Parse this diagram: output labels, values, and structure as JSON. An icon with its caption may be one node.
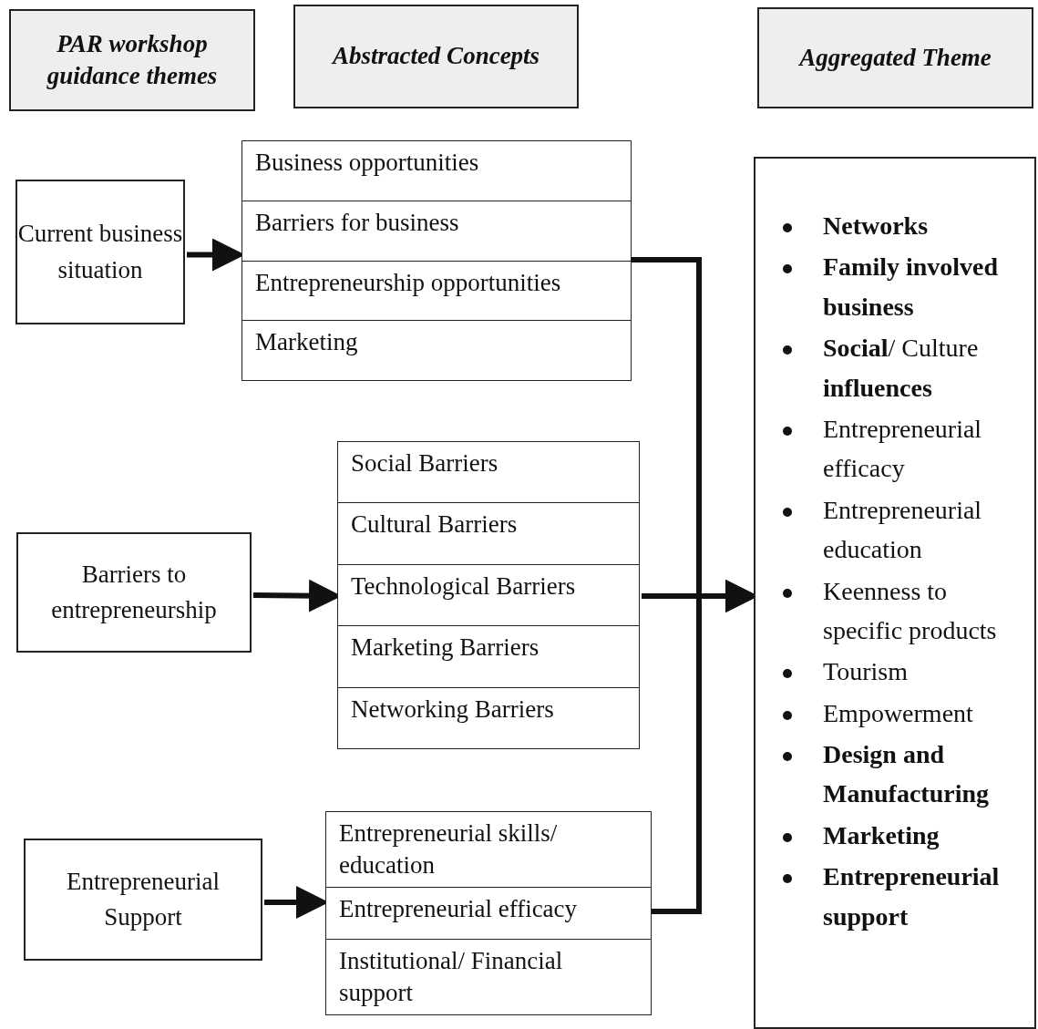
{
  "diagram": {
    "nodes": [
      {
        "text": [
          "PAR workshop guidance themes"
        ]
      },
      {
        "text": [
          "Abstracted Concepts"
        ]
      },
      {
        "text": [
          "Aggregated Theme"
        ]
      },
      {
        "text": [
          "Current business situation"
        ]
      },
      {
        "text": [
          "Business opportunities",
          "Barriers for business",
          "Entrepreneurship opportunities",
          "Marketing"
        ]
      },
      {
        "text": [
          "Barriers to entrepreneurship"
        ]
      },
      {
        "text": [
          "Social Barriers",
          "Cultural Barriers",
          "Technological Barriers",
          "Marketing Barriers",
          "Networking Barriers"
        ]
      },
      {
        "text": [
          "Entrepreneurial Support"
        ]
      },
      {
        "text": [
          "Entrepreneurial skills/ education",
          "Entrepreneurial efficacy",
          "Institutional/ Financial support"
        ]
      },
      {
        "text": [
          "**Networks**",
          "**Family involved business**",
          "**Social**/ Culture **influences**",
          "Entrepreneurial efficacy",
          "Entrepreneurial education",
          "Keenness to specific products",
          "Tourism",
          "Empowerment",
          "**Design and Manufacturing**",
          "**Marketing**",
          "**Entrepreneurial support**"
        ]
      }
    ],
    "edges": [
      {
        "from": 3,
        "to": 4,
        "arrow": "to"
      },
      {
        "from": 5,
        "to": 6,
        "arrow": "to"
      },
      {
        "from": 7,
        "to": 8,
        "arrow": "to"
      },
      {
        "from": 4,
        "to": 9,
        "arrow": "to"
      },
      {
        "from": 6,
        "to": 9,
        "arrow": "to"
      },
      {
        "from": 8,
        "to": 9,
        "arrow": "to"
      }
    ]
  }
}
